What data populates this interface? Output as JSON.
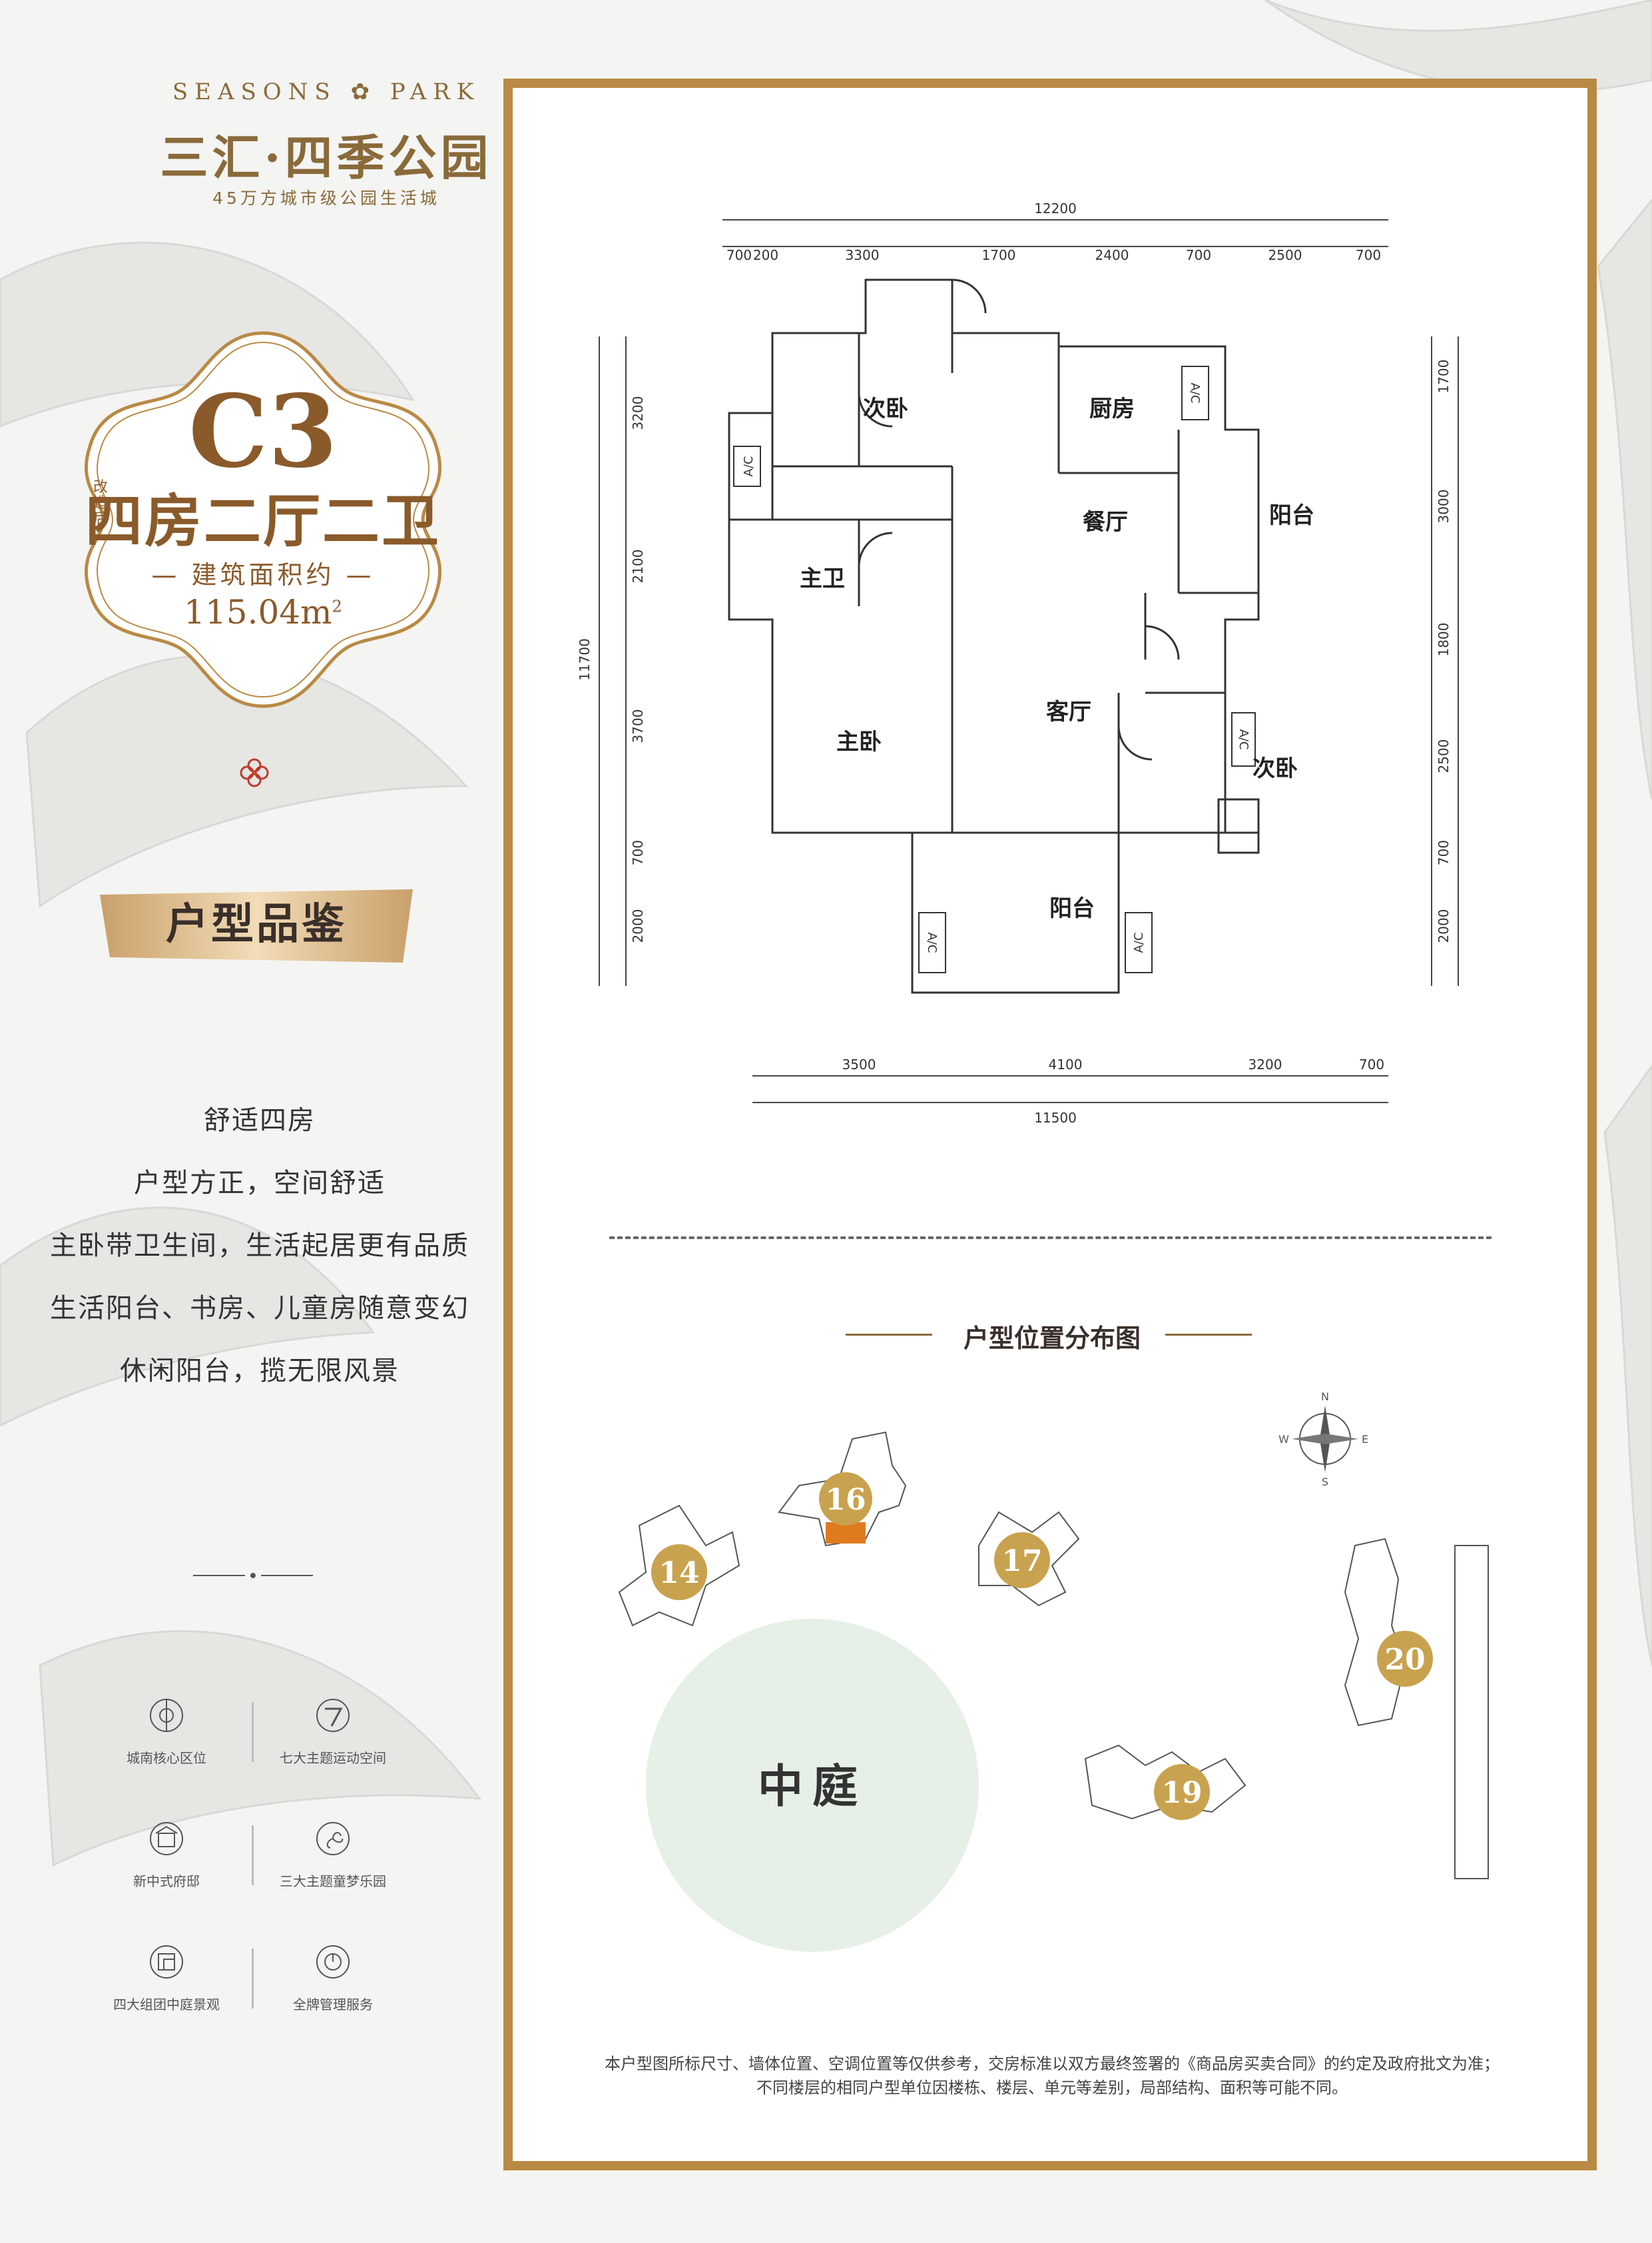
{
  "brand": {
    "en_name": "SEASONS ✿ PARK",
    "cn_name": "三汇·四季公园",
    "tagline": "45万方城市级公园生活城"
  },
  "unit": {
    "code": "C3",
    "tag": "改造后",
    "layout": "四房二厅二卫",
    "area_label": "— 建筑面积约 —",
    "area_value": "115.04m",
    "area_unit_sup": "2"
  },
  "section_title": "户型品鉴",
  "features": [
    "舒适四房",
    "户型方正，空间舒适",
    "主卧带卫生间，生活起居更有品质",
    "生活阳台、书房、儿童房随意变幻",
    "休闲阳台，揽无限风景"
  ],
  "amenities": [
    {
      "label": "城南核心区位",
      "icon": "location-icon"
    },
    {
      "label": "七大主题运动空间",
      "icon": "seven-icon"
    },
    {
      "label": "新中式府邸",
      "icon": "mansion-icon"
    },
    {
      "label": "三大主题童梦乐园",
      "icon": "playground-icon"
    },
    {
      "label": "四大组团中庭景观",
      "icon": "courtyard-icon"
    },
    {
      "label": "全牌管理服务",
      "icon": "service-icon"
    }
  ],
  "floorplan": {
    "rooms": {
      "bedroom_2a": "次卧",
      "kitchen": "厨房",
      "dining": "餐厅",
      "balcony_1": "阳台",
      "master_bath": "主卫",
      "living": "客厅",
      "master_bed": "主卧",
      "bedroom_2b": "次卧",
      "balcony_2": "阳台"
    },
    "ac_label": "A/C",
    "dims": {
      "top_total": "12200",
      "top": [
        "700",
        "200",
        "3300",
        "1700",
        "2400",
        "700",
        "2500",
        "700"
      ],
      "bottom": [
        "3500",
        "4100",
        "3200",
        "700"
      ],
      "bottom_total": "11500",
      "left_total": "11700",
      "left": [
        "3200",
        "2100",
        "3700",
        "700",
        "2000"
      ],
      "right": [
        "1700",
        "3000",
        "1800",
        "2500",
        "700",
        "2000"
      ]
    }
  },
  "distribution": {
    "title": "户型位置分布图",
    "buildings": [
      "14",
      "16",
      "17",
      "19",
      "20"
    ],
    "highlight_building": "16",
    "courtyard": "中庭",
    "compass": {
      "n": "N",
      "e": "E",
      "s": "S",
      "w": "W"
    }
  },
  "disclaimer": [
    "本户型图所标尺寸、墙体位置、空调位置等仅供参考，交房标准以双方最终签署的《商品房买卖合同》的约定及政府批文为准；",
    "不同楼层的相同户型单位因楼栋、楼层、单元等差别，局部结构、面积等可能不同。"
  ],
  "colors": {
    "gold": "#b98a44",
    "brown": "#8a5a2a",
    "court_green": "#e6f0e6",
    "highlight_orange": "#e07a1f"
  }
}
